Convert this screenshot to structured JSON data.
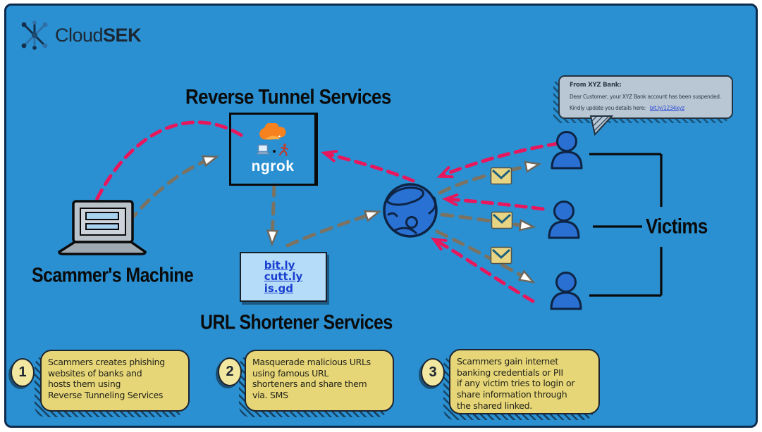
{
  "brand": {
    "name_regular": "Cloud",
    "name_bold": "SEK"
  },
  "diagram": {
    "reverse_tunnel": {
      "title": "Reverse Tunnel Services",
      "ngrok_label": "ngrok"
    },
    "scammer": {
      "label": "Scammer's Machine"
    },
    "url_shortener": {
      "title": "URL Shortener Services",
      "links": [
        "bit.ly",
        "cutt.ly",
        "is.gd"
      ]
    },
    "victims": {
      "label": "Victims"
    },
    "sms": {
      "from": "From  XYZ Bank:",
      "line1": "Dear Customer, your XYZ Bank account has been suspended.",
      "line2": "Kindly update you details here:",
      "link": "bit.ly/1234xyz"
    }
  },
  "steps": [
    {
      "number": "1",
      "lines": [
        "Scammers creates phishing",
        "websites of banks and",
        "hosts them using",
        "Reverse Tunneling Services"
      ]
    },
    {
      "number": "2",
      "lines": [
        "Masquerade malicious URLs",
        "using famous URL",
        "shorteners and share them",
        " via. SMS"
      ]
    },
    {
      "number": "3",
      "lines": [
        "Scammers gain internet",
        "banking credentials or PII",
        "if any victim tries to login or",
        "share information through",
        "the shared linked."
      ]
    }
  ],
  "colors": {
    "background": "#2a90d1",
    "arrow_pink": "#e8175d",
    "arrow_gray": "#7b7262",
    "note_yellow": "#e6d678",
    "envelope_yellow": "#e8d584",
    "icon_blue": "#2a6fd2",
    "link_blue": "#1a3fd0",
    "bubble_gray": "#b9c6d3",
    "cloudflare_orange": "#f6821f"
  }
}
